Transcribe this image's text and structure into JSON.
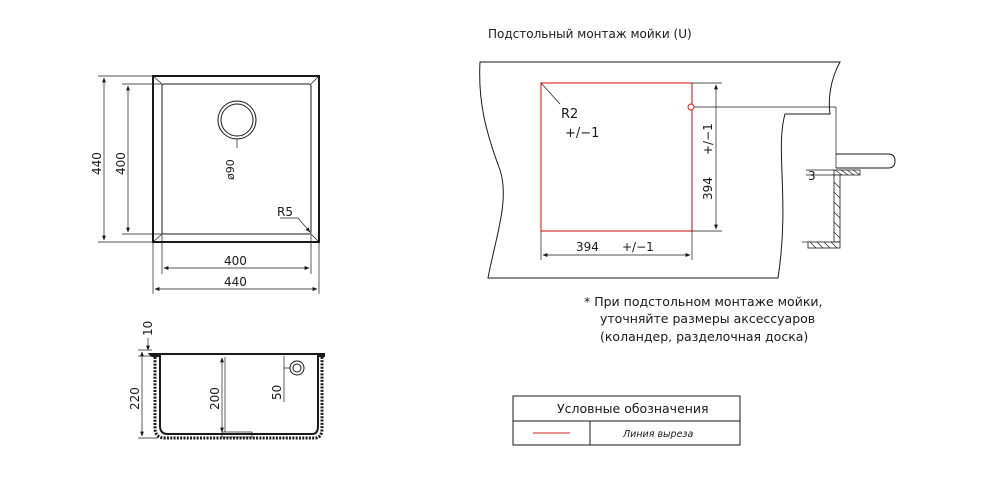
{
  "colors": {
    "line": "#1a1a1a",
    "cut_line": "#d42020"
  },
  "top_view": {
    "dim_outer_vertical": "440",
    "dim_inner_vertical": "400",
    "dim_inner_horizontal": "400",
    "dim_outer_horizontal": "440",
    "drain_diameter": "ø90",
    "corner_radius": "R5"
  },
  "section_view": {
    "dim_rim": "10",
    "dim_total_height": "220",
    "dim_bowl_depth": "200",
    "dim_overflow": "50"
  },
  "mounting": {
    "title": "Подстольный монтаж мойки (U)",
    "radius_label": "R2",
    "radius_tolerance": "+/−1",
    "width_value": "394",
    "width_tolerance": "+/−1",
    "height_value": "394",
    "height_tolerance": "+/−1",
    "detail_dim": "3"
  },
  "note": {
    "line1": "*  При подстольном монтаже мойки,",
    "line2": "уточняйте размеры аксессуаров",
    "line3": "(коландер, разделочная доска)"
  },
  "legend": {
    "title": "Условные обозначения",
    "item_label": "Линия выреза"
  }
}
